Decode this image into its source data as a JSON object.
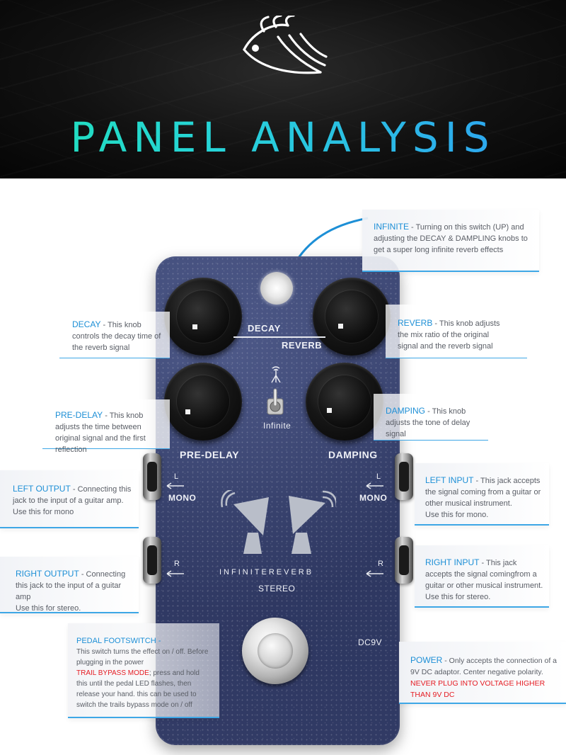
{
  "header": {
    "title": "PANEL ANALYSIS",
    "logo_icon": "fish-skeleton-logo"
  },
  "colors": {
    "accent_blue": "#1d8fd6",
    "warning_red": "#e51c23",
    "title_gradient": [
      "#1fe0b8",
      "#2f9cf4"
    ]
  },
  "pedal": {
    "labels": {
      "decay": "DECAY",
      "reverb": "REVERB",
      "infinite": "Infinite",
      "pre_delay": "PRE-DELAY",
      "damping": "DAMPING",
      "left_l": "L",
      "left_mono": "MONO",
      "right_l": "L",
      "right_mono": "MONO",
      "left_r": "R",
      "right_r": "R",
      "brand": "INFINITEREVERB",
      "stereo": "STEREO",
      "dc": "DC9V"
    }
  },
  "annotations": {
    "infinite": {
      "heading": "INFINITE",
      "text": " - Turning on this switch (UP) and adjusting the DECAY & DAMPLING knobs to get a super long infinite reverb effects"
    },
    "decay": {
      "heading": "DECAY",
      "text": " - This knob controls the decay time of the reverb signal"
    },
    "reverb": {
      "heading": "REVERB",
      "text": " - This knob adjusts the mix ratio of the original signal and the reverb signal"
    },
    "pre_delay": {
      "heading": "PRE-DELAY",
      "text": " - This knob adjusts the time between original signal and the first reflection"
    },
    "damping": {
      "heading": "DAMPING",
      "text": " - This knob adjusts the tone of delay signal"
    },
    "left_output": {
      "heading": "LEFT OUTPUT",
      "text": " - Connecting this jack to the input of a guitar amp.",
      "text2": "Use this for mono"
    },
    "left_input": {
      "heading": "LEFT INPUT",
      "text": " - This jack accepts the signal coming from a guitar or other musical instrument.",
      "text2": "Use this for mono."
    },
    "right_output": {
      "heading": "RIGHT OUTPUT",
      "text": " - Connecting this jack to the input of a guitar amp",
      "text2": "Use this for stereo."
    },
    "right_input": {
      "heading": "RIGHT INPUT",
      "text": " - This jack accepts the signal comingfrom a guitar or other musical instrument.",
      "text2": "Use this for stereo."
    },
    "footswitch": {
      "heading": "PEDAL FOOTSWITCH -",
      "text": "This switch turns the effect on / off. Before plugging in the power",
      "red": "TRAIL BYPASS MODE",
      "text2": "; press and hold this until the pedal LED flashes, then release your hand. this can be used to switch the trails bypass mode on / off"
    },
    "power": {
      "heading": "POWER",
      "text": " - Only accepts the connection of a 9V DC adaptor. Center negative polarity.",
      "red": "NEVER PLUG INTO VOLTAGE HIGHER THAN  9V DC"
    }
  }
}
